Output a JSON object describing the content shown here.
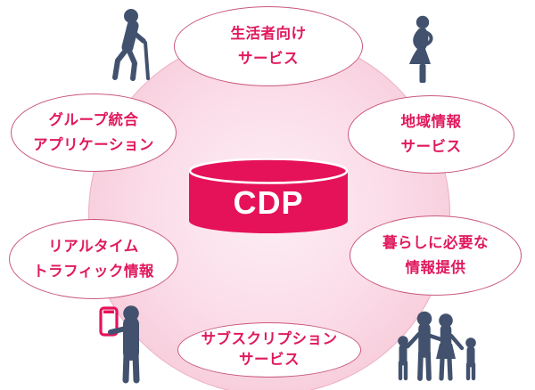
{
  "diagram": {
    "center": {
      "label": "CDP"
    },
    "bubbles": [
      {
        "name": "consumer-services",
        "lines": [
          "生活者向け",
          "サービス"
        ]
      },
      {
        "name": "group-integrated-apps",
        "lines": [
          "グループ統合",
          "アプリケーション"
        ]
      },
      {
        "name": "regional-info-service",
        "lines": [
          "地域情報",
          "サービス"
        ]
      },
      {
        "name": "realtime-traffic-info",
        "lines": [
          "リアルタイム",
          "トラフィック情報"
        ]
      },
      {
        "name": "living-essential-info",
        "lines": [
          "暮らしに必要な",
          "情報提供"
        ]
      },
      {
        "name": "subscription-service",
        "lines": [
          "サブスクリプション",
          "サービス"
        ]
      }
    ],
    "icons": [
      {
        "name": "elderly-person-icon"
      },
      {
        "name": "pregnant-woman-icon"
      },
      {
        "name": "person-with-smartphone-icon"
      },
      {
        "name": "family-icon"
      }
    ],
    "colors": {
      "accent_crimson": "#e5125a",
      "bubble_text": "#e0195e",
      "bubble_border": "#c9587a",
      "icon_navy": "#42526e",
      "circle_center": "#fdeef4",
      "circle_edge": "#f3bdcf"
    }
  }
}
